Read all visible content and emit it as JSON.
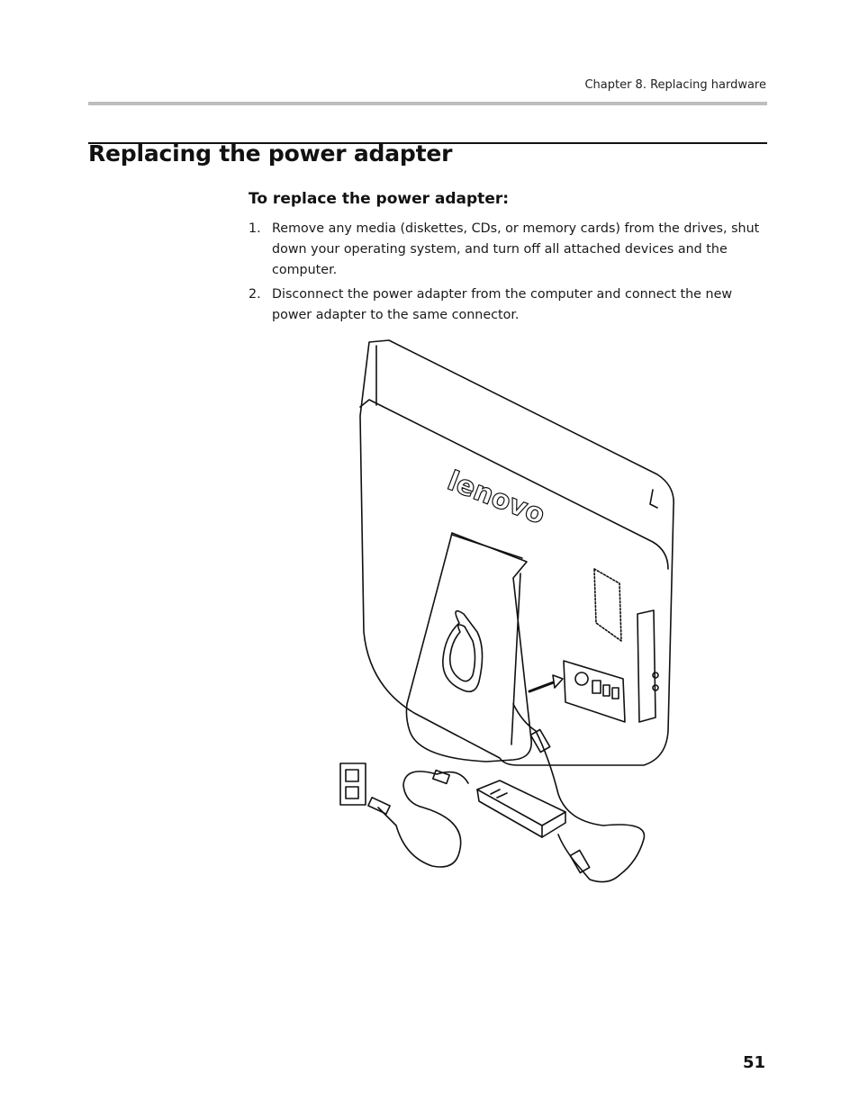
{
  "header": {
    "running_title": "Chapter 8. Replacing hardware"
  },
  "page": {
    "title": "Replacing the power adapter",
    "number": "51"
  },
  "procedure": {
    "heading": "To replace the power adapter:",
    "steps": [
      {
        "num": "1.",
        "text": "Remove any media (diskettes, CDs, or memory cards) from the drives, shut down your operating system, and turn off all attached devices and the computer."
      },
      {
        "num": "2.",
        "text": "Disconnect the power adapter from the computer and connect the new power adapter to the same connector."
      }
    ]
  },
  "figure": {
    "brand_logo": "lenovo"
  }
}
